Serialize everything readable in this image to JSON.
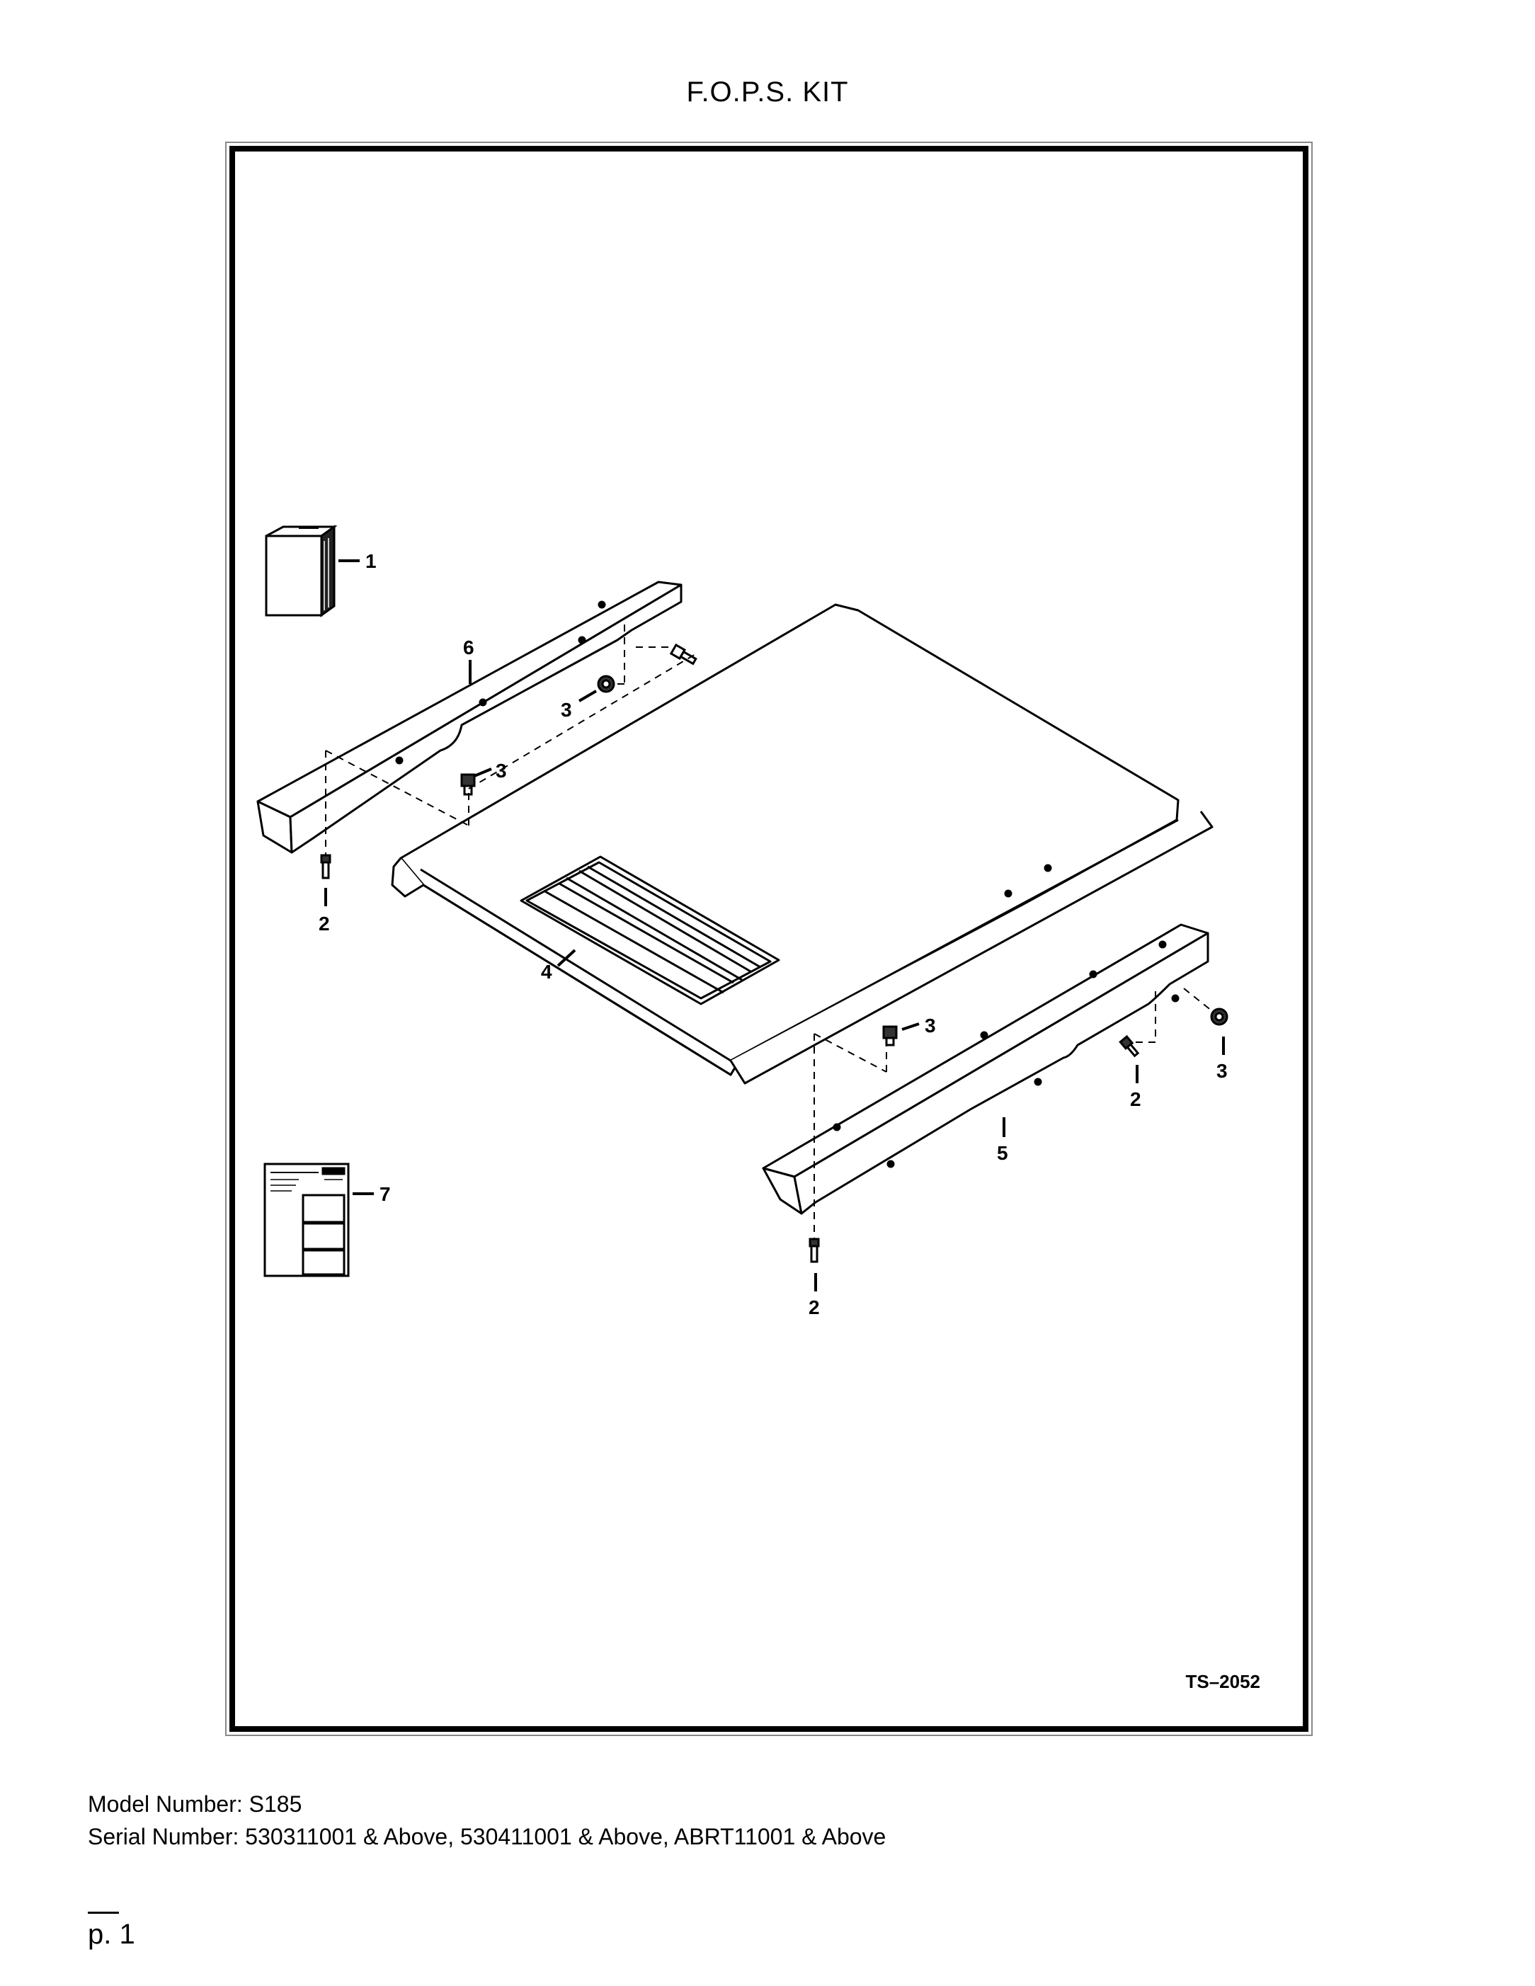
{
  "header": {
    "title": "F.O.P.S. KIT"
  },
  "drawing": {
    "id": "TS–2052",
    "callouts": {
      "c1": "1",
      "c2a": "2",
      "c2b": "2",
      "c2c": "2",
      "c3a": "3",
      "c3b": "3",
      "c3c": "3",
      "c3d": "3",
      "c4": "4",
      "c5": "5",
      "c6": "6",
      "c7": "7"
    }
  },
  "footer": {
    "model": "Model Number: S185",
    "serial": "Serial Number: 530311001 & Above, 530411001 & Above, ABRT11001 & Above",
    "page": "p. 1"
  }
}
